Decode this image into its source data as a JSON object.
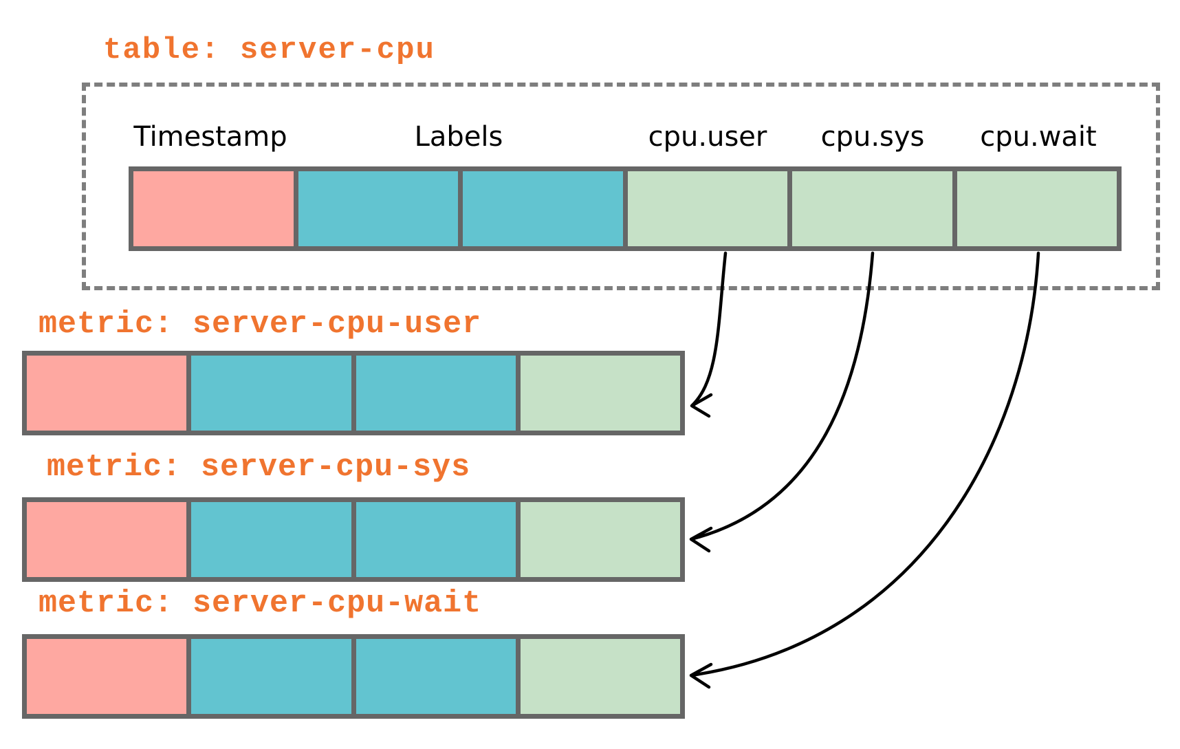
{
  "colors": {
    "accent_orange": "#F0742F",
    "timestamp_fill": "#FEA8A1",
    "labels_fill": "#62C4D0",
    "metric_field_fill": "#C6E1C7",
    "cell_border": "#666666",
    "dashed_border": "#7E7E7E",
    "header_text": "#000000",
    "arrow": "#000000"
  },
  "table": {
    "title": "table: server-cpu",
    "column_headers": [
      "Timestamp",
      "Labels",
      "cpu.user",
      "cpu.sys",
      "cpu.wait"
    ]
  },
  "metrics": [
    {
      "title": "metric: server-cpu-user"
    },
    {
      "title": "metric: server-cpu-sys"
    },
    {
      "title": "metric: server-cpu-wait"
    }
  ]
}
